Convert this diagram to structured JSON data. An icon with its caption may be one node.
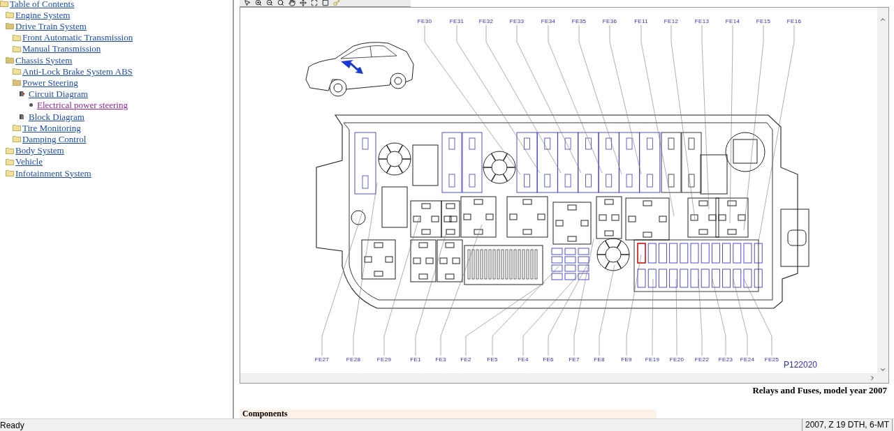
{
  "diagram": {
    "caption": "Relays and Fuses, model year 2007",
    "nodes": [
      {
        "text": [
          "FE30"
        ]
      },
      {
        "text": [
          "FE31"
        ]
      },
      {
        "text": [
          "FE32"
        ]
      },
      {
        "text": [
          "FE33"
        ]
      },
      {
        "text": [
          "FE34"
        ]
      },
      {
        "text": [
          "FE35"
        ]
      },
      {
        "text": [
          "FE36"
        ]
      },
      {
        "text": [
          "FE11"
        ]
      },
      {
        "text": [
          "FE12"
        ]
      },
      {
        "text": [
          "FE13"
        ]
      },
      {
        "text": [
          "FE14"
        ]
      },
      {
        "text": [
          "FE15"
        ]
      },
      {
        "text": [
          "FE16"
        ]
      },
      {
        "text": [
          "FE27"
        ]
      },
      {
        "text": [
          "FE28"
        ]
      },
      {
        "text": [
          "FE29"
        ]
      },
      {
        "text": [
          "FE1"
        ]
      },
      {
        "text": [
          "FE3"
        ]
      },
      {
        "text": [
          "FE2"
        ]
      },
      {
        "text": [
          "FE5"
        ]
      },
      {
        "text": [
          "FE4"
        ]
      },
      {
        "text": [
          "FE6"
        ]
      },
      {
        "text": [
          "FE7"
        ]
      },
      {
        "text": [
          "FE8"
        ]
      },
      {
        "text": [
          "FE9"
        ]
      },
      {
        "text": [
          "FE19"
        ]
      },
      {
        "text": [
          "FE20"
        ]
      },
      {
        "text": [
          "FE22"
        ]
      },
      {
        "text": [
          "FE23"
        ]
      },
      {
        "text": [
          "FE24"
        ]
      },
      {
        "text": [
          "FE25"
        ]
      }
    ],
    "edges": [
      {
        "from": 0,
        "to": null,
        "arrow": "none"
      },
      {
        "from": 1,
        "to": null,
        "arrow": "none"
      },
      {
        "from": 2,
        "to": null,
        "arrow": "none"
      },
      {
        "from": 3,
        "to": null,
        "arrow": "none"
      },
      {
        "from": 4,
        "to": null,
        "arrow": "none"
      },
      {
        "from": 5,
        "to": null,
        "arrow": "none"
      },
      {
        "from": 6,
        "to": null,
        "arrow": "none"
      },
      {
        "from": 7,
        "to": null,
        "arrow": "none"
      },
      {
        "from": 8,
        "to": null,
        "arrow": "none"
      },
      {
        "from": 9,
        "to": null,
        "arrow": "none"
      },
      {
        "from": 10,
        "to": null,
        "arrow": "none"
      },
      {
        "from": 11,
        "to": null,
        "arrow": "none"
      },
      {
        "from": 12,
        "to": null,
        "arrow": "none"
      },
      {
        "from": 13,
        "to": null,
        "arrow": "none"
      },
      {
        "from": 14,
        "to": null,
        "arrow": "none"
      },
      {
        "from": 15,
        "to": null,
        "arrow": "none"
      },
      {
        "from": 16,
        "to": null,
        "arrow": "none"
      },
      {
        "from": 17,
        "to": null,
        "arrow": "none"
      },
      {
        "from": 18,
        "to": null,
        "arrow": "none"
      },
      {
        "from": 19,
        "to": null,
        "arrow": "none"
      },
      {
        "from": 20,
        "to": null,
        "arrow": "none"
      },
      {
        "from": 21,
        "to": null,
        "arrow": "none"
      },
      {
        "from": 22,
        "to": null,
        "arrow": "none"
      },
      {
        "from": 23,
        "to": null,
        "arrow": "none"
      },
      {
        "from": 24,
        "to": null,
        "arrow": "none"
      },
      {
        "from": 25,
        "to": null,
        "arrow": "none"
      },
      {
        "from": 26,
        "to": null,
        "arrow": "none"
      },
      {
        "from": 27,
        "to": null,
        "arrow": "none"
      },
      {
        "from": 28,
        "to": null,
        "arrow": "none"
      },
      {
        "from": 29,
        "to": null,
        "arrow": "none"
      },
      {
        "from": 30,
        "to": null,
        "arrow": "none"
      }
    ],
    "labels": [
      "Table of Contents",
      "Engine System",
      "Drive Train System",
      "Front Automatic Transmission",
      "Manual Transmission",
      "Chassis System",
      "Anti-Lock Brake System ABS",
      "Power Steering",
      "Circuit Diagram",
      "Electrical power steering",
      "Block Diagram",
      "Tire Monitoring",
      "Damping Control",
      "Body System",
      "Vehicle",
      "Infotainment System",
      "P122020",
      "Components",
      "Ready",
      "2007, Z 19 DTH, 6-MT"
    ]
  }
}
